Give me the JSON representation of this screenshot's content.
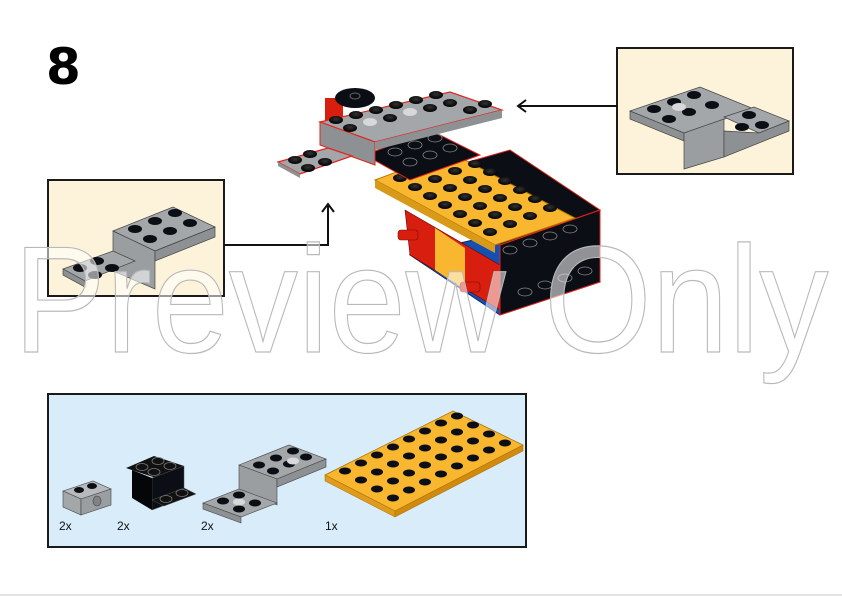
{
  "page": {
    "step_number": "8",
    "watermark_text": "Preview Only"
  },
  "main_model": {
    "description": "Assembled model: grey bracket assembly added atop black/yellow/red/blue base",
    "colors": {
      "light_grey": "#a3a7aa",
      "black": "#0b0e14",
      "yellow": "#f9b730",
      "red": "#d81e0e",
      "blue": "#1450b4",
      "highlight_outline": "#e3231c"
    }
  },
  "callouts": [
    {
      "id": "left",
      "part": "bracket-1x2-2x4-grey",
      "arrow": "up-to-model-left",
      "background": "#fdf3da"
    },
    {
      "id": "right",
      "part": "bracket-1x2-2x4-grey",
      "arrow": "left-to-model-right",
      "background": "#fdf3da"
    }
  ],
  "parts_list": {
    "background": "#d8ecfa",
    "items": [
      {
        "name": "Technic brick 1x2 with hole (grey)",
        "qty": "2x",
        "color": "#a3a7aa"
      },
      {
        "name": "Bracket 2x2-2x2 (black)",
        "qty": "2x",
        "color": "#0b0e14"
      },
      {
        "name": "Bracket 1x2-2x4 (grey)",
        "qty": "2x",
        "color": "#a3a7aa"
      },
      {
        "name": "Plate 4x8 (yellow)",
        "qty": "1x",
        "color": "#f9b730"
      }
    ]
  }
}
